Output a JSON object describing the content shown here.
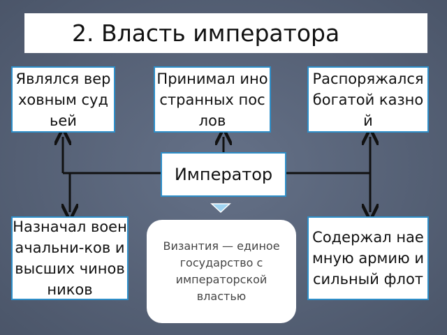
{
  "title": "2. Власть императора",
  "center": "Император",
  "top_boxes": [
    "Являлся верховным судьей",
    "Принимал иностранных послов",
    "Распоряжался богатой казной"
  ],
  "bottom_left": "Назначал военачальни-ков и высших чиновников",
  "bottom_right": "Содержал наемную армию и сильный флот",
  "note": "Византия — единое государство с императорской властью",
  "colors": {
    "background": "#5b6880",
    "box_border": "#2e8fc9",
    "connector": "#111111",
    "callout_arrow": "#9fd4f2"
  }
}
